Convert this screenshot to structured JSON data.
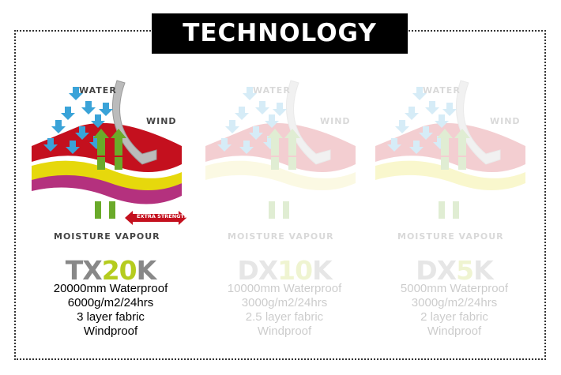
{
  "title": "TECHNOLOGY",
  "labels": {
    "water": "WATER",
    "wind": "WIND",
    "moisture": "MOISTURE VAPOUR",
    "extra": "EXTRA STRENGTH"
  },
  "products": [
    {
      "code_a": "TX",
      "code_b": "20",
      "code_c": "K",
      "specs": [
        "20000mm Waterproof",
        "6000g/m2/24hrs",
        "3 layer fabric",
        "Windproof"
      ]
    },
    {
      "code_a": "DX",
      "code_b": "10",
      "code_c": "K",
      "specs": [
        "10000mm Waterproof",
        "3000g/m2/24hrs",
        "2.5 layer fabric",
        "Windproof"
      ]
    },
    {
      "code_a": "DX",
      "code_b": "5",
      "code_c": "K",
      "specs": [
        "5000mm Waterproof",
        "3000g/m2/24hrs",
        "2 layer fabric",
        "Windproof"
      ]
    }
  ],
  "colors": {
    "red": "#c4101e",
    "yellow": "#e6d80c",
    "magenta": "#b4317e",
    "water": "#3aa3d8",
    "vapour": "#6aaa2a",
    "green_text": "#b5cc1e"
  }
}
